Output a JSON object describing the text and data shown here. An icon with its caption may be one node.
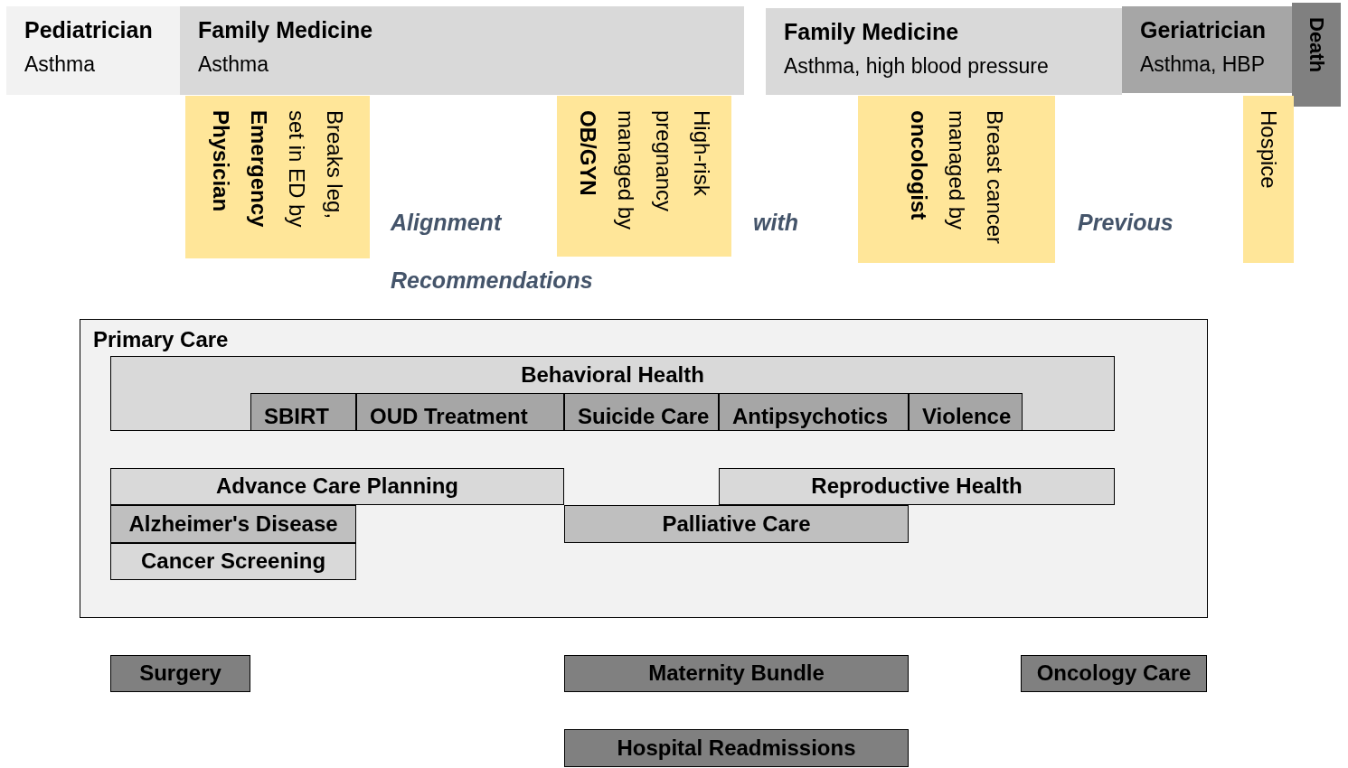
{
  "diagram": {
    "nodes": [
      {
        "text": [
          "Pediatrician",
          "Asthma"
        ]
      },
      {
        "text": [
          "Family Medicine",
          "Asthma"
        ]
      },
      {
        "text": [
          "Family Medicine",
          "Asthma, high blood pressure"
        ]
      },
      {
        "text": [
          "Geriatrician",
          "Asthma, HBP"
        ]
      },
      {
        "text": [
          "Death"
        ]
      },
      {
        "text": [
          "Breaks leg, set in ED by **Emergency Physician**"
        ]
      },
      {
        "text": [
          "High-risk pregnancy managed by **OB/GYN**"
        ]
      },
      {
        "text": [
          "Breast cancer managed by **oncologist**"
        ]
      },
      {
        "text": [
          "Hospice"
        ]
      },
      {
        "text": [
          "Primary Care"
        ]
      },
      {
        "text": [
          "Behavioral Health"
        ],
        "in": 9
      },
      {
        "text": [
          "SBIRT"
        ],
        "in": 10
      },
      {
        "text": [
          "OUD Treatment"
        ],
        "in": 10
      },
      {
        "text": [
          "Suicide Care"
        ],
        "in": 10
      },
      {
        "text": [
          "Antipsychotics"
        ],
        "in": 10
      },
      {
        "text": [
          "Violence"
        ],
        "in": 10
      },
      {
        "text": [
          "Advance Care Planning"
        ],
        "in": 9
      },
      {
        "text": [
          "Reproductive Health"
        ],
        "in": 9
      },
      {
        "text": [
          "Alzheimer's Disease"
        ],
        "in": 9
      },
      {
        "text": [
          "Palliative Care"
        ],
        "in": 9
      },
      {
        "text": [
          "Cancer Screening"
        ],
        "in": 9
      },
      {
        "text": [
          "Surgery"
        ]
      },
      {
        "text": [
          "Maternity Bundle"
        ]
      },
      {
        "text": [
          "Oncology Care"
        ]
      },
      {
        "text": [
          "Hospital Readmissions"
        ]
      }
    ],
    "edges": [],
    "labels": [
      "Alignment",
      "with",
      "Previous",
      "Recommendations"
    ]
  }
}
